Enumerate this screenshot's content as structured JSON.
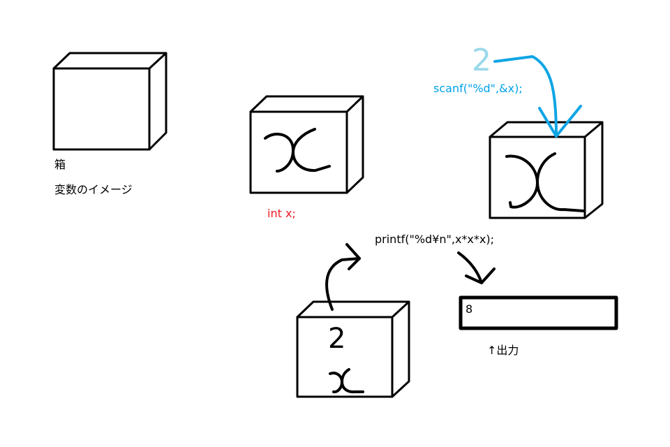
{
  "labels": {
    "box_caption": "箱",
    "variable_image": "変数のイメージ",
    "declaration": "int x;",
    "scanf": "scanf(\"%d\",&x);",
    "input_value": "2",
    "printf": "printf(\"%d¥n\",x*x*x);",
    "stored_value": "2",
    "output_value": "8",
    "output_caption": "↑出力"
  },
  "colors": {
    "declaration": "#ed1c24",
    "scanf": "#00a2e8",
    "input_value": "#99d9ea",
    "arrow_blue": "#0ea5e4",
    "output_arrow": "#880015"
  }
}
